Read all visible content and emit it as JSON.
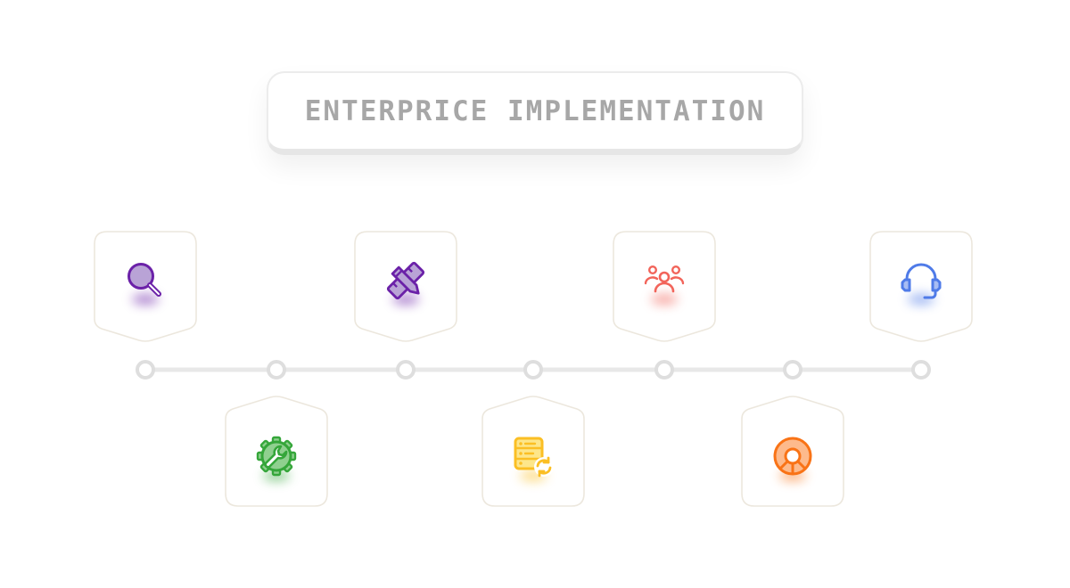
{
  "title": "ENTERPRICE IMPLEMENTATION",
  "colors": {
    "line": "#e8e8e8",
    "node_stroke": "#dedede",
    "card_border": "#ece7dd",
    "title_text": "#a7a7a7"
  },
  "steps": [
    {
      "icon": "search-icon",
      "color": "#6b21a8",
      "fill": "#b9a3d6",
      "position": "top"
    },
    {
      "icon": "gear-wrench-icon",
      "color": "#35a63a",
      "fill": "#8fd08f",
      "position": "bottom"
    },
    {
      "icon": "pencil-ruler-icon",
      "color": "#6b21a8",
      "fill": "#b9a3d6",
      "position": "top"
    },
    {
      "icon": "server-sync-icon",
      "color": "#fbbf24",
      "fill": "#fde68a",
      "position": "bottom"
    },
    {
      "icon": "team-icon",
      "color": "#f2645a",
      "fill": "#fbb1ab",
      "position": "top"
    },
    {
      "icon": "lifebuoy-icon",
      "color": "#f97316",
      "fill": "#fdba8c",
      "position": "bottom"
    },
    {
      "icon": "headset-icon",
      "color": "#4f7be8",
      "fill": "#a8bdf3",
      "position": "top"
    }
  ]
}
